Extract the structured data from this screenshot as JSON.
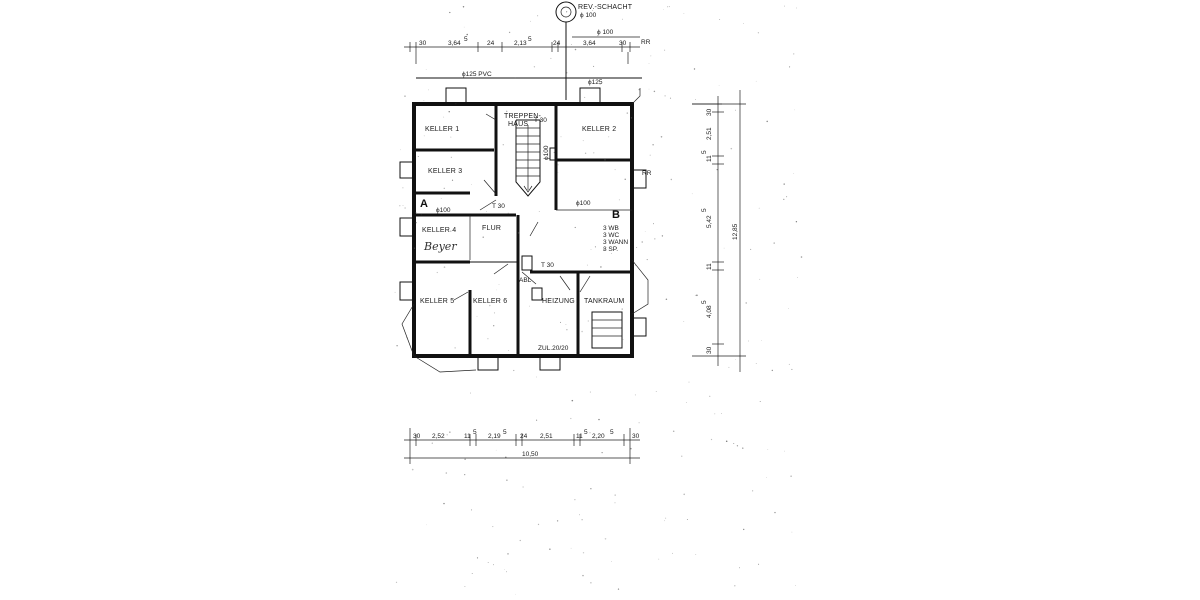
{
  "drawing": {
    "top_labels": {
      "shaft": "REV.-SCHACHT",
      "shaft_pipe": "ϕ 100",
      "pipe_100": "ϕ 100",
      "rr": "RR",
      "pipe_pvc": "ϕ125  PVC",
      "pipe_125": "ϕ125"
    },
    "top_dims": [
      "30",
      "3,64",
      "5",
      "24",
      "2,13",
      "5",
      "24",
      "3,64",
      "30"
    ],
    "rooms": {
      "keller1": "KELLER 1",
      "keller2": "KELLER 2",
      "keller3": "KELLER 3",
      "keller4": "KELLER 4",
      "keller5": "KELLER 5",
      "keller6": "KELLER 6",
      "stair1": "TREPPEN-",
      "stair2": "HAUS",
      "flur": "FLUR",
      "heizung": "HEIZUNG",
      "tankraum": "TANKRAUM"
    },
    "notes": {
      "t30_a": "T 30",
      "t30_b": "T 30",
      "t30_c": "T 30",
      "pipe_a": "ϕ100",
      "pipe_b": "ϕ100",
      "pipe_stair": "ϕ100",
      "rr_right": "RR",
      "marker_a": "A",
      "marker_b": "B",
      "wb": "3 WB",
      "wc": "3 WC",
      "wann": "3 WANN",
      "sp": "3 SP.",
      "abl": "ABL",
      "zul": "ZUL.20/20",
      "signature": "Beyer"
    },
    "right_dims": [
      "30",
      "2,51",
      "11",
      "5",
      "5,42",
      "5",
      "11",
      "4,08",
      "5",
      "30"
    ],
    "right_total": "12,85",
    "bottom_dims": [
      "30",
      "2,52",
      "11",
      "5",
      "2,19",
      "5",
      "24",
      "2,51",
      "11",
      "5",
      "2,20",
      "5",
      "30"
    ],
    "bottom_total": "10,50"
  }
}
